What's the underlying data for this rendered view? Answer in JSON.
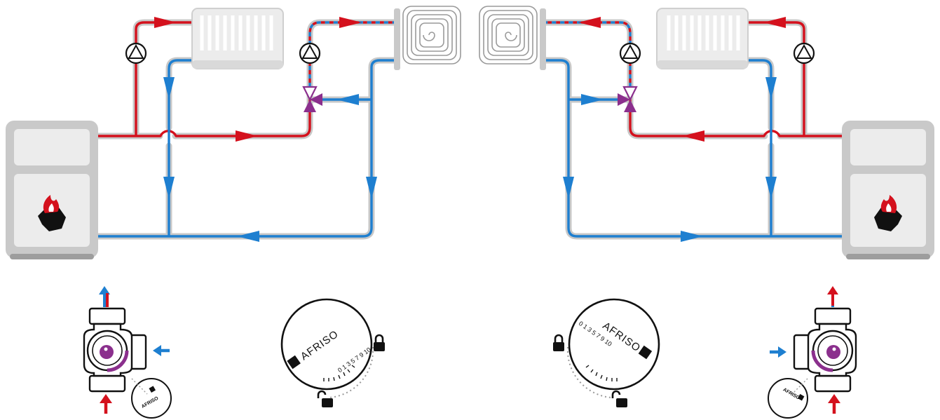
{
  "brand": {
    "dial_text": "AFRISO",
    "scale_numbers": [
      "0",
      "1",
      "3",
      "5",
      "7",
      "9",
      "10"
    ]
  },
  "colors": {
    "hot": "#d4111d",
    "cold": "#1e7fd0",
    "valve": "#8b2f8d",
    "boiler_body": "#c8c8c8",
    "boiler_panel": "#e9e9e9",
    "radiator": "#ececec",
    "pipe_outline": "#b9b9b9",
    "lock": "#111111"
  },
  "icons": {
    "pump": "pump-circle-triangle-icon",
    "mixing_valve": "three-way-valve-icon",
    "boiler_fire": "coal-fire-icon",
    "lock_closed": "padlock-closed-icon",
    "lock_open": "padlock-open-icon",
    "floor_heating": "spiral-coil-icon"
  },
  "layout_note_visible": ""
}
